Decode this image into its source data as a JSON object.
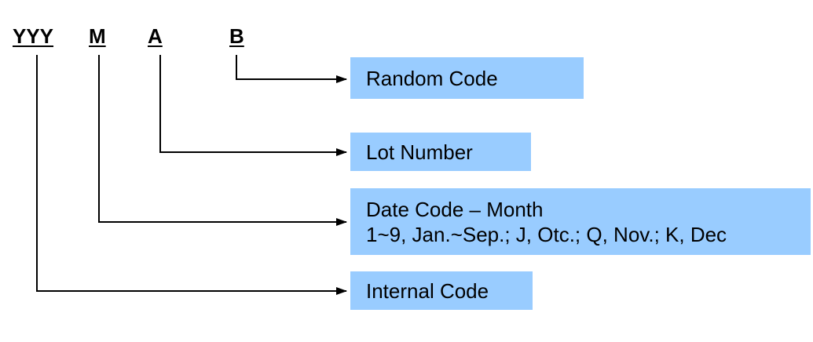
{
  "code_letters": {
    "yyy": "YYY",
    "m": "M",
    "a": "A",
    "b": "B"
  },
  "labels": {
    "random": "Random Code",
    "lot": "Lot Number",
    "date_title": "Date Code – Month",
    "date_detail": "1~9, Jan.~Sep.; J, Otc.; Q, Nov.; K, Dec",
    "internal": "Internal Code"
  },
  "colors": {
    "box_fill": "#99ccff",
    "line": "#000000"
  }
}
